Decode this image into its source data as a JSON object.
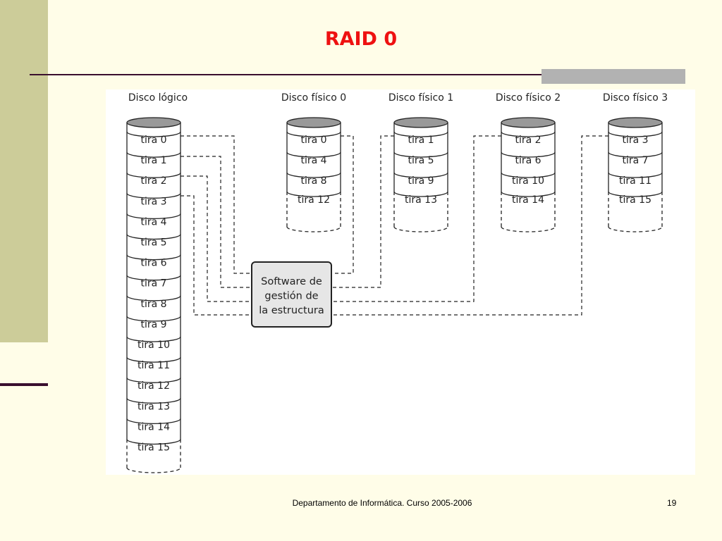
{
  "slide": {
    "title": "RAID 0",
    "footer": "Departamento de Informática. Curso 2005-2006",
    "page_number": "19"
  },
  "diagram": {
    "logical_disk": {
      "label": "Disco lógico",
      "strips": [
        "tira 0",
        "tira 1",
        "tira 2",
        "tira 3",
        "tira 4",
        "tira 5",
        "tira 6",
        "tira 7",
        "tira 8",
        "tira 9",
        "tira 10",
        "tira 11",
        "tira 12",
        "tira 13",
        "tira 14",
        "tira 15"
      ]
    },
    "physical_disks": [
      {
        "label": "Disco físico 0",
        "strips": [
          "tira 0",
          "tira 4",
          "tira 8",
          "tira 12"
        ]
      },
      {
        "label": "Disco físico 1",
        "strips": [
          "tira 1",
          "tira 5",
          "tira 9",
          "tira 13"
        ]
      },
      {
        "label": "Disco físico 2",
        "strips": [
          "tira 2",
          "tira 6",
          "tira 10",
          "tira 14"
        ]
      },
      {
        "label": "Disco físico 3",
        "strips": [
          "tira 3",
          "tira 7",
          "tira 11",
          "tira 15"
        ]
      }
    ],
    "software_box": {
      "lines": [
        "Software de",
        "gestión de",
        "la estructura"
      ]
    }
  },
  "colors": {
    "title": "#ee1111",
    "left_bar": "#cccc99",
    "rule": "#3a0f2e",
    "cylinder_top": "#999999",
    "box_fill": "#e6e6e6"
  }
}
